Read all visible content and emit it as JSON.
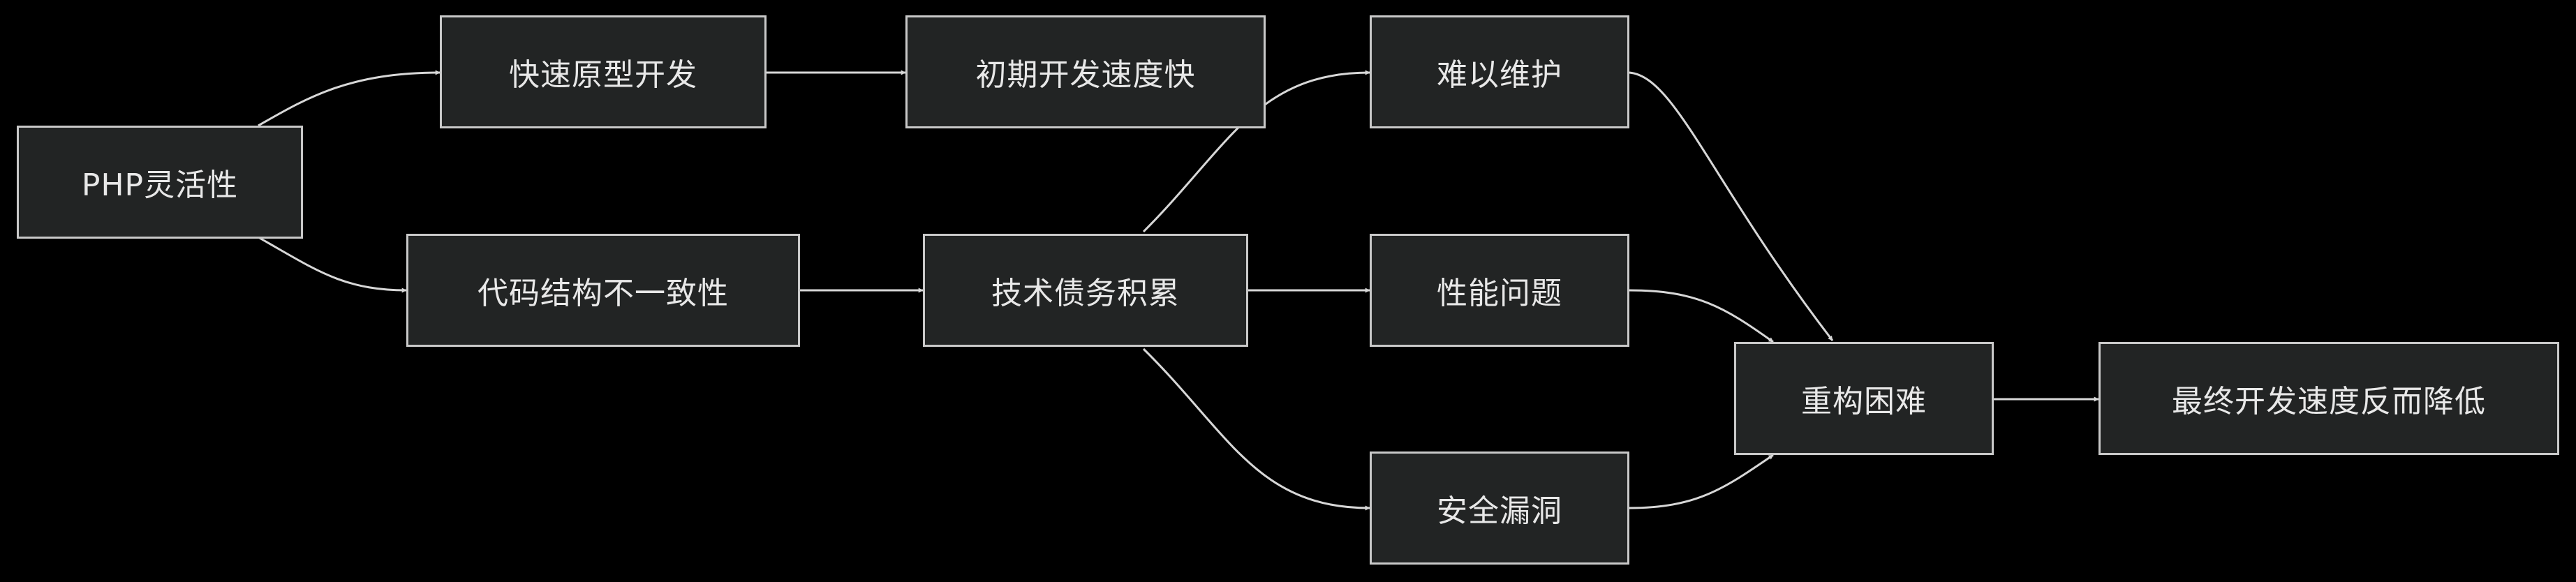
{
  "diagram": {
    "type": "flowchart",
    "direction": "left-to-right",
    "nodes": {
      "php_flexibility": "PHP灵活性",
      "rapid_prototyping": "快速原型开发",
      "fast_early_dev": "初期开发速度快",
      "inconsistent_code": "代码结构不一致性",
      "tech_debt": "技术债务积累",
      "hard_maintain": "难以维护",
      "performance_issues": "性能问题",
      "security_holes": "安全漏洞",
      "refactor_difficulty": "重构困难",
      "slower_dev": "最终开发速度反而降低"
    },
    "edges": [
      [
        "php_flexibility",
        "rapid_prototyping"
      ],
      [
        "rapid_prototyping",
        "fast_early_dev"
      ],
      [
        "php_flexibility",
        "inconsistent_code"
      ],
      [
        "inconsistent_code",
        "tech_debt"
      ],
      [
        "tech_debt",
        "hard_maintain"
      ],
      [
        "tech_debt",
        "performance_issues"
      ],
      [
        "tech_debt",
        "security_holes"
      ],
      [
        "hard_maintain",
        "refactor_difficulty"
      ],
      [
        "performance_issues",
        "refactor_difficulty"
      ],
      [
        "security_holes",
        "refactor_difficulty"
      ],
      [
        "refactor_difficulty",
        "slower_dev"
      ]
    ]
  },
  "colors": {
    "background": "#000000",
    "node_fill": "#222424",
    "node_border": "#c9c9c9",
    "text": "#e8e8e8",
    "edge": "#d7d7d7"
  }
}
